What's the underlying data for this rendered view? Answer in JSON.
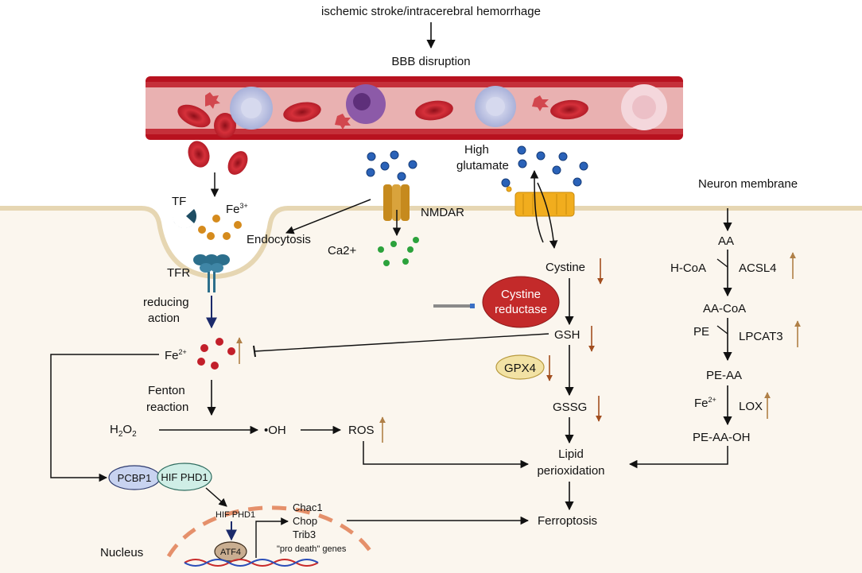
{
  "colors": {
    "vessel": "#b8121f",
    "vessel_inner": "#e9b1b1",
    "cytoplasm": "#fbf6ee",
    "membrane": "#e6d6b2",
    "rbc": "#c8232c",
    "glutamate": "#2a62b8",
    "calcium": "#2ca23c",
    "iron3": "#d58b1d",
    "iron2": "#c21f2a",
    "reductase": "#c32a2a",
    "gpx4": "#f2e2a4",
    "pcbp1": "#c8d3f0",
    "hif": "#cfeee6",
    "atf4": "#c9ae91",
    "arrow_up": "#b08047",
    "arrow_down": "#a24e1f",
    "nucleus_dash": "#e5906b",
    "dna_red": "#c82a2a",
    "dna_blue": "#2a4db8"
  },
  "icons": [
    "red-blood-cell-icon",
    "platelet-icon",
    "white-blood-cell-icon",
    "transferrin-icon",
    "tfr-receptor-icon",
    "nmdar-channel-icon",
    "antiporter-icon",
    "dna-helix-icon"
  ],
  "labels": {
    "trigger": "ischemic stroke/intracerebral hemorrhage",
    "bbb": "BBB disruption",
    "tf": "TF",
    "fe3": "Fe",
    "fe3_sup": "3+",
    "endocytosis": "Endocytosis",
    "tfr": "TFR",
    "reducing": "reducing",
    "action": "action",
    "nmdar": "NMDAR",
    "ca": "Ca2+",
    "high": "High",
    "glutamate": "glutamate",
    "neuron_membrane": "Neuron membrane",
    "fe2": "Fe",
    "fe2_sup": "2+",
    "fenton": "Fenton",
    "reaction": "reaction",
    "h2o2_h": "H",
    "h2o2_2a": "2",
    "h2o2_o": "O",
    "h2o2_2b": "2",
    "oh": "•OH",
    "ros": "ROS",
    "cystine": "Cystine",
    "cystine_reductase_1": "Cystine",
    "cystine_reductase_2": "reductase",
    "gsh": "GSH",
    "gpx4": "GPX4",
    "gssg": "GSSG",
    "lipid": "Lipid",
    "perioxidation": "perioxidation",
    "ferroptosis": "Ferroptosis",
    "aa": "AA",
    "hcoa": "H-CoA",
    "acsl4": "ACSL4",
    "aacoa": "AA-CoA",
    "pe": "PE",
    "lpcat3": "LPCAT3",
    "peaa": "PE-AA",
    "fe_lox": "Fe",
    "fe_lox_sup": "2+",
    "lox": "LOX",
    "peaaoh": "PE-AA-OH",
    "pcbp1": "PCBP1",
    "hif_phd1": "HIF PHD1",
    "hif_phd1_nuc": "HIF PHD1",
    "atf4": "ATF4",
    "genes": [
      "Chac1",
      "Chop",
      "Trib3",
      "\"pro death\" genes"
    ],
    "nucleus": "Nucleus"
  }
}
